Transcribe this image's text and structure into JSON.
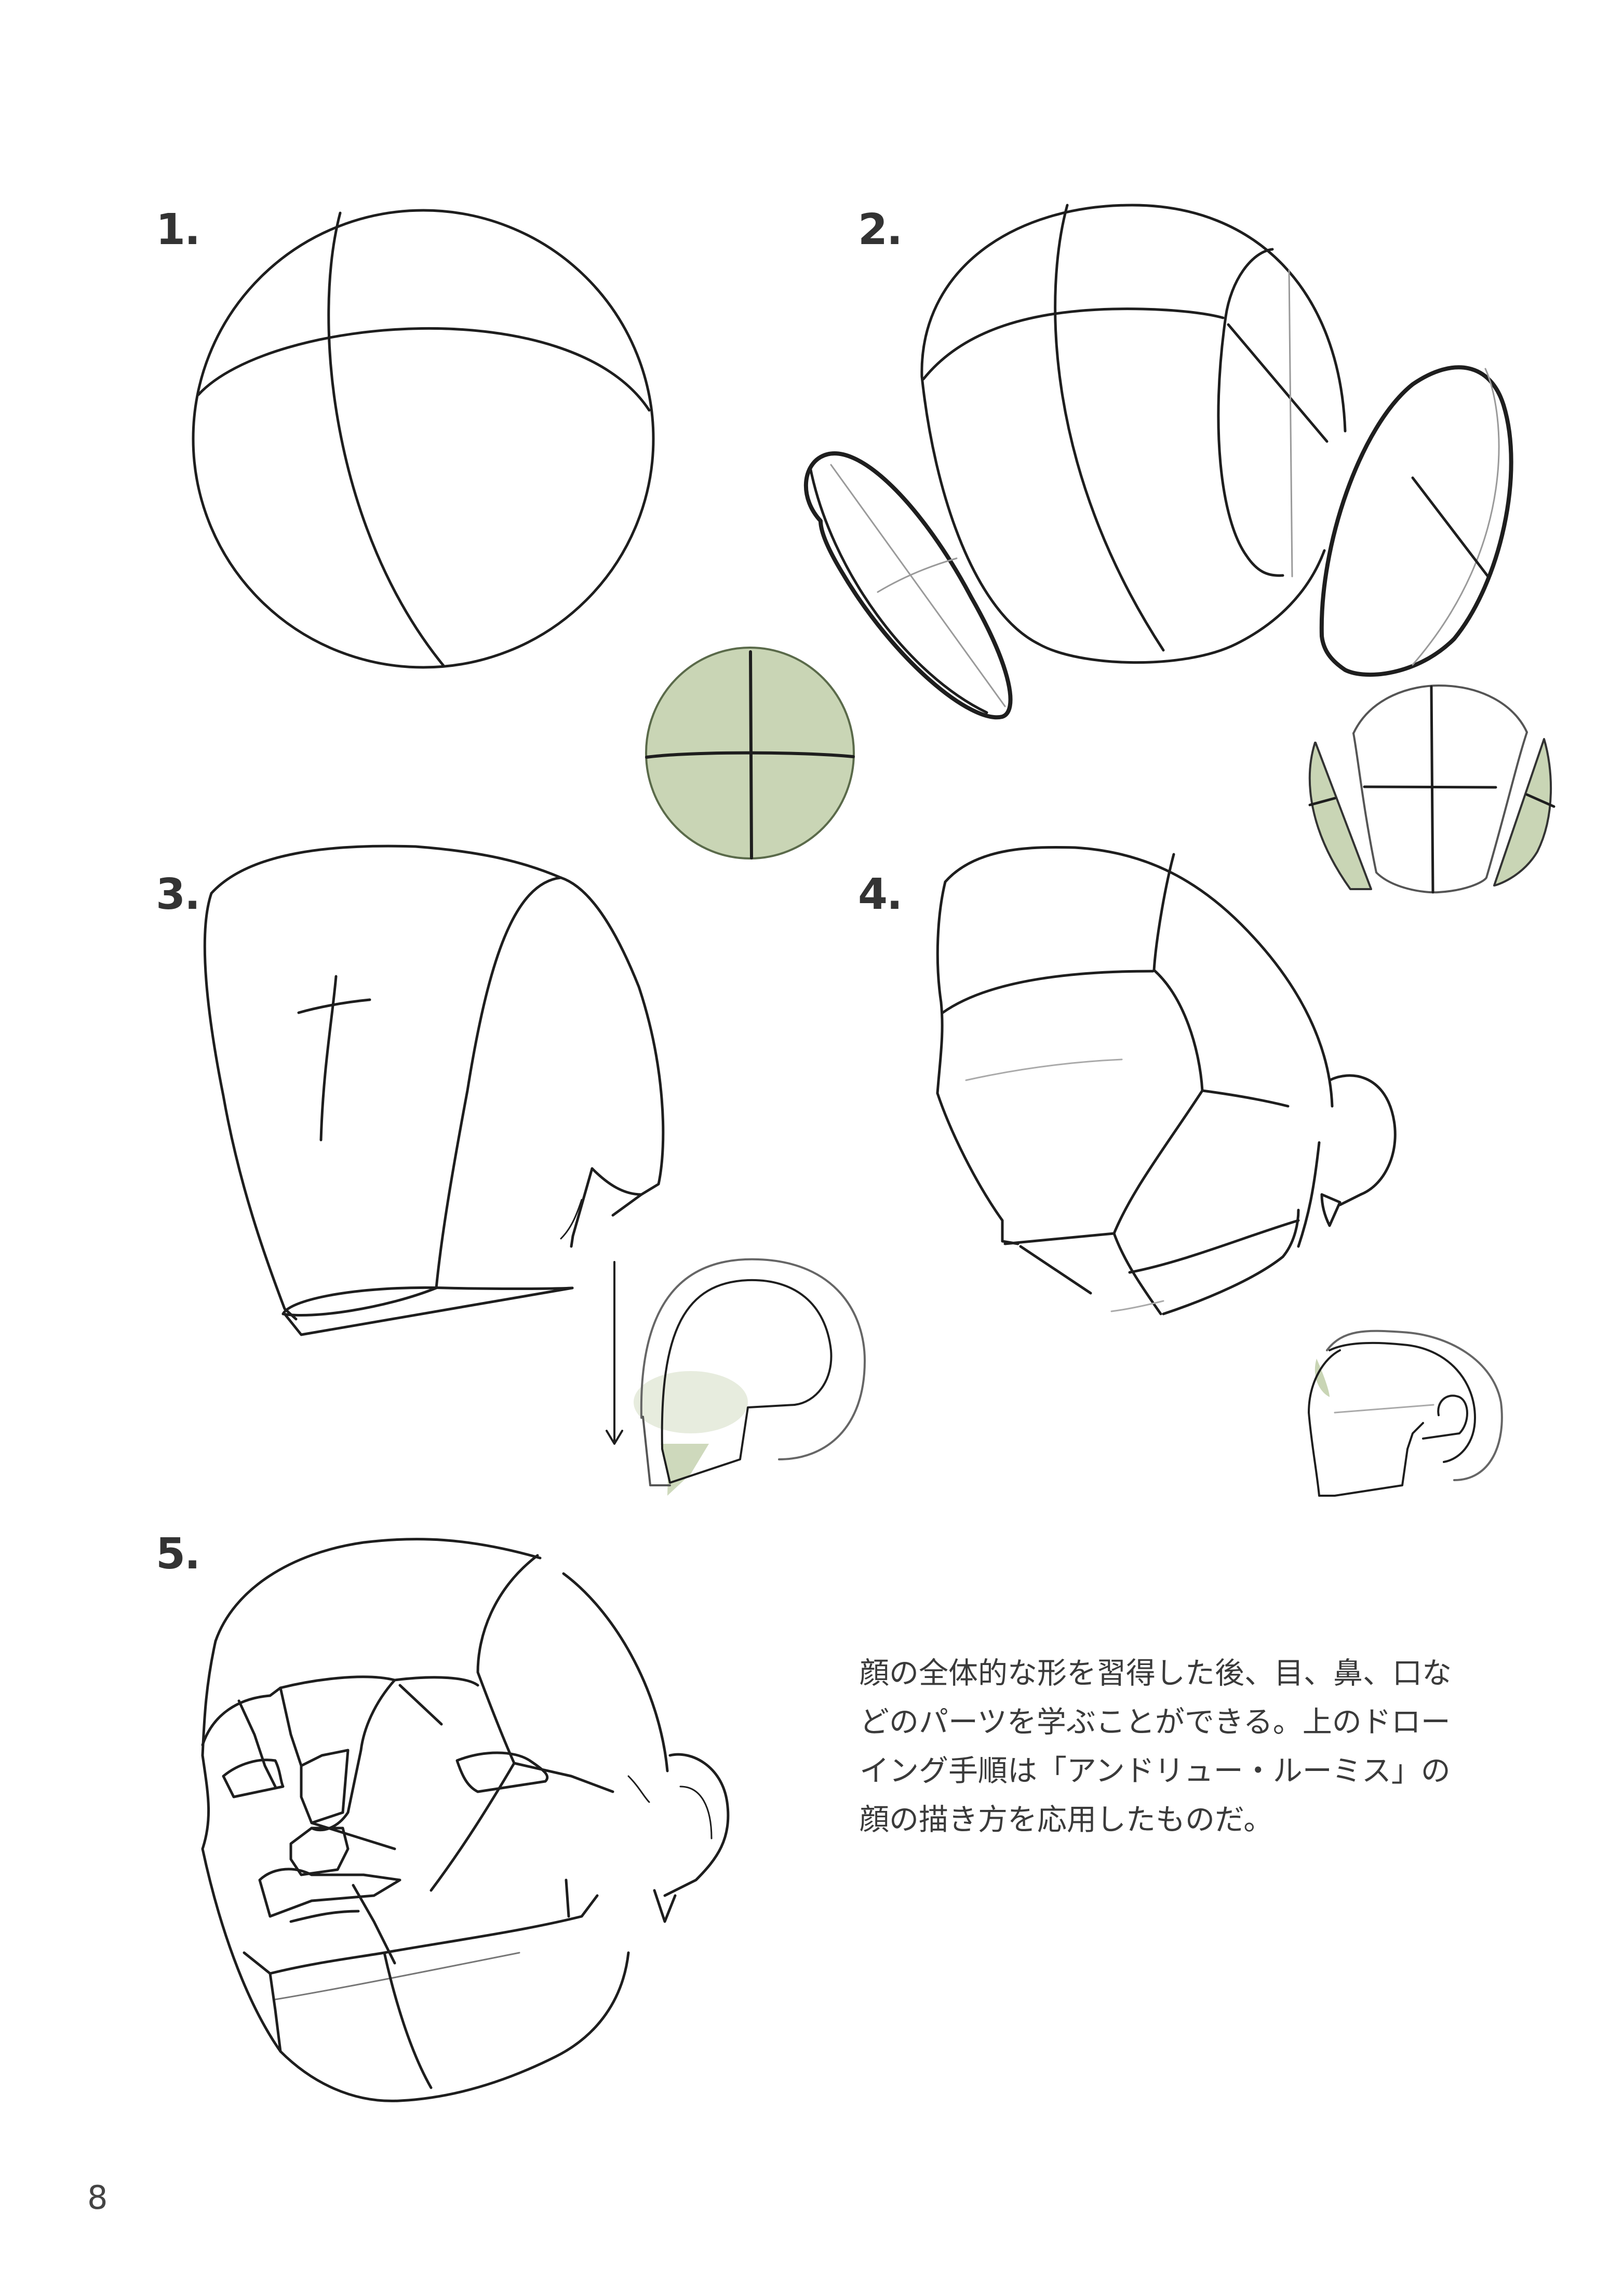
{
  "page": {
    "page_number": "8",
    "steps": [
      {
        "id": 1,
        "label": "1.",
        "description": "sphere with cross guidelines"
      },
      {
        "id": 2,
        "label": "2.",
        "description": "sphere with side planes sliced off"
      },
      {
        "id": 3,
        "label": "3.",
        "description": "cranium mass with face cross and jaw"
      },
      {
        "id": 4,
        "label": "4.",
        "description": "planar head with ear"
      },
      {
        "id": 5,
        "label": "5.",
        "description": "planar head with features"
      }
    ],
    "caption": {
      "lines": [
        "顔の全体的な形を習得した後、目、鼻、口な",
        "どのパーツを学ぶことができる。上のドロー",
        "イング手順は「アンドリュー・ルーミス」の",
        "顔の描き方を応用したものだ。"
      ]
    },
    "colors": {
      "accent_green": "#c9d5b5",
      "line": "#1e1e1e",
      "guide_line": "#9a9a9a",
      "text": "#333333"
    }
  }
}
